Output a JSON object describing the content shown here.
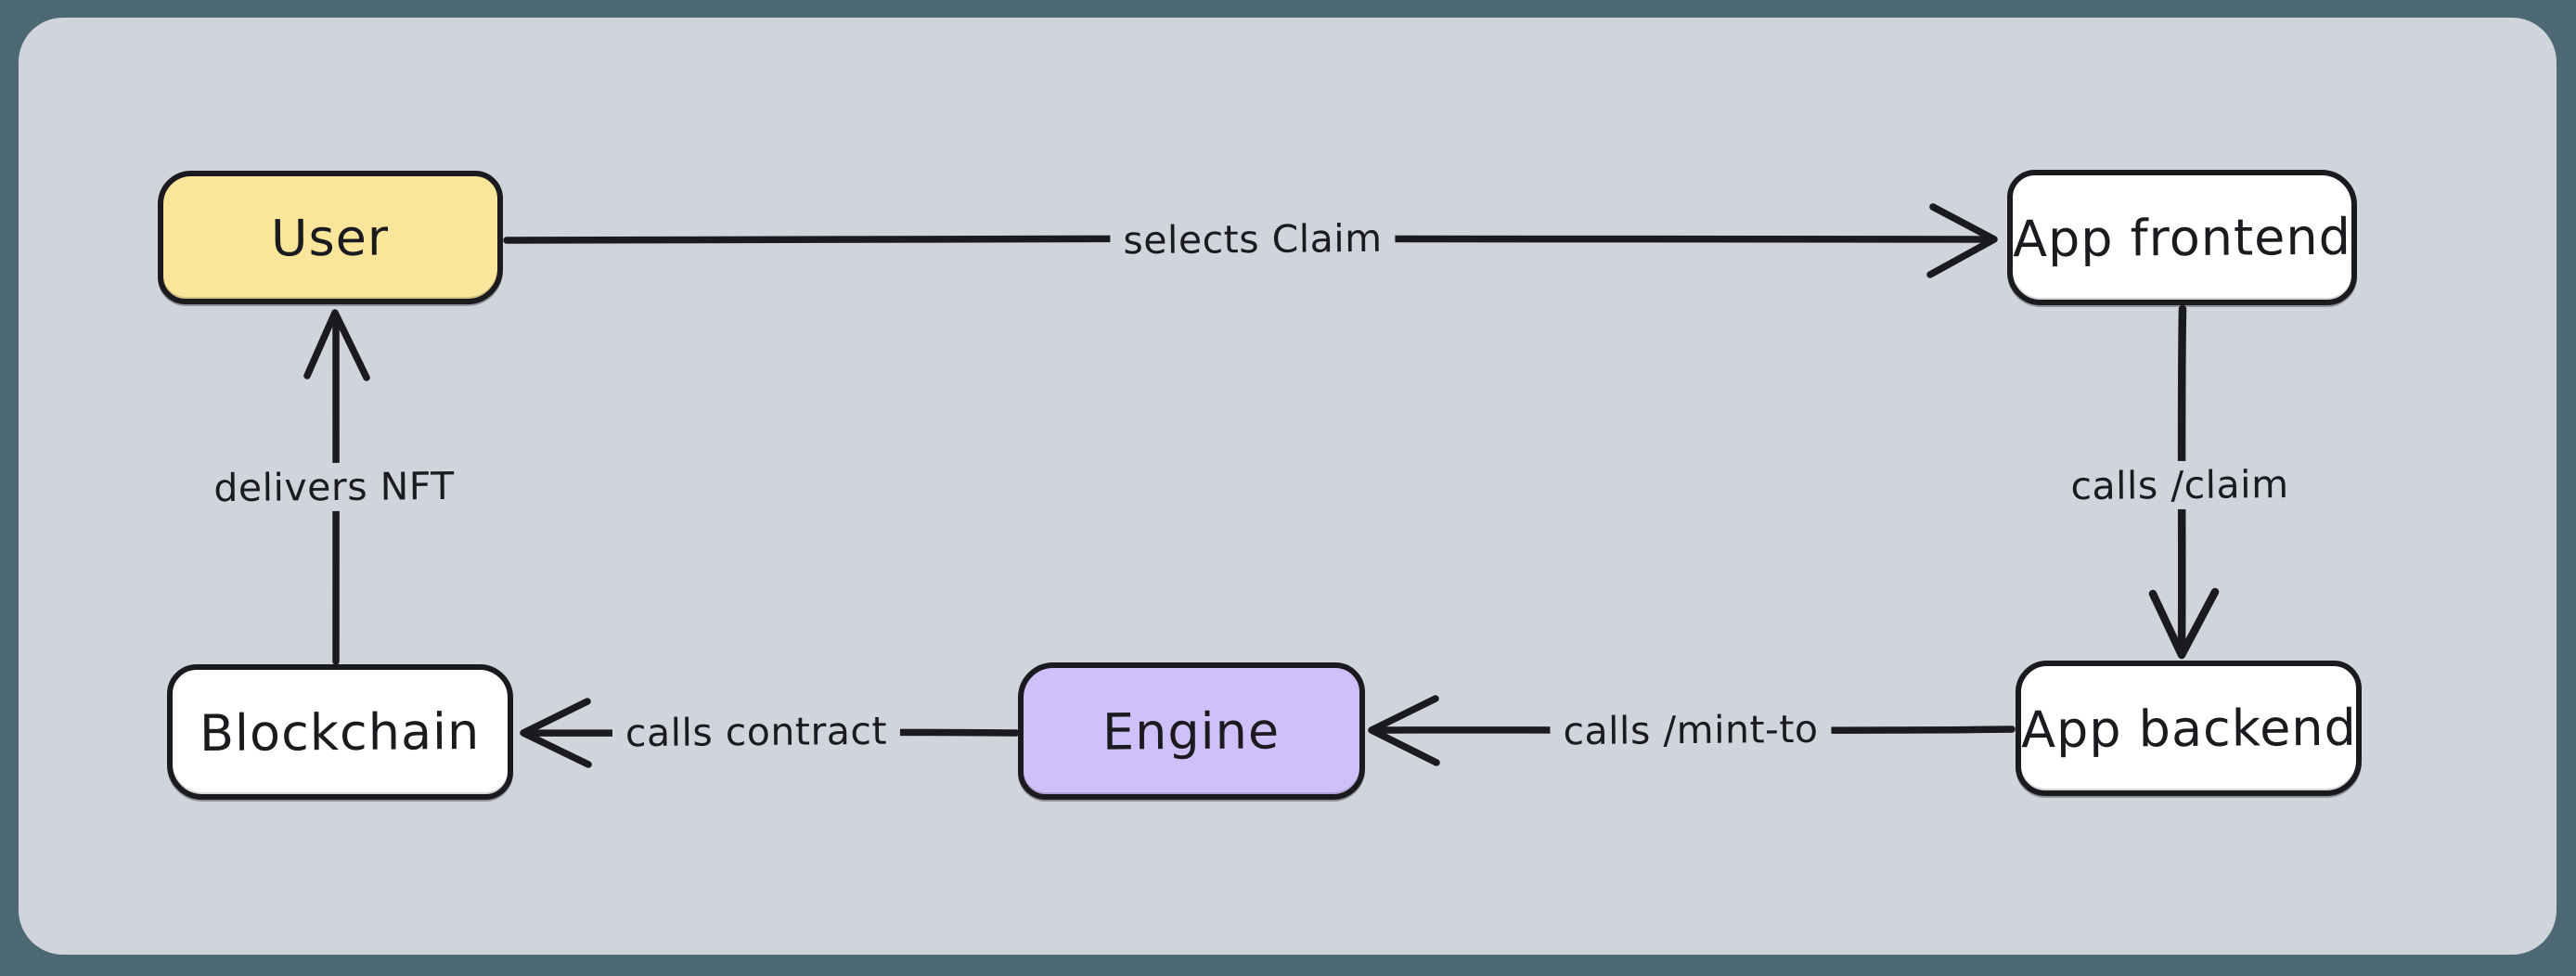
{
  "diagram": {
    "type": "flowchart",
    "style": "hand-drawn (excalidraw-like)",
    "nodes": {
      "user": {
        "label": "User",
        "fill": "#fae69a"
      },
      "frontend": {
        "label": "App frontend",
        "fill": "#ffffff"
      },
      "backend": {
        "label": "App backend",
        "fill": "#ffffff"
      },
      "engine": {
        "label": "Engine",
        "fill": "#cfc0fa"
      },
      "blockchain": {
        "label": "Blockchain",
        "fill": "#ffffff"
      }
    },
    "edges": {
      "selects_claim": {
        "from": "User",
        "to": "App frontend",
        "label": "selects Claim"
      },
      "calls_claim": {
        "from": "App frontend",
        "to": "App backend",
        "label": "calls /claim"
      },
      "calls_mint_to": {
        "from": "App backend",
        "to": "Engine",
        "label": "calls /mint-to"
      },
      "calls_contract": {
        "from": "Engine",
        "to": "Blockchain",
        "label": "calls contract"
      },
      "delivers_nft": {
        "from": "Blockchain",
        "to": "User",
        "label": "delivers NFT"
      }
    },
    "colors": {
      "frame": "#4d6973",
      "canvas": "#d0d4db",
      "stroke": "#1b1b1f"
    }
  }
}
